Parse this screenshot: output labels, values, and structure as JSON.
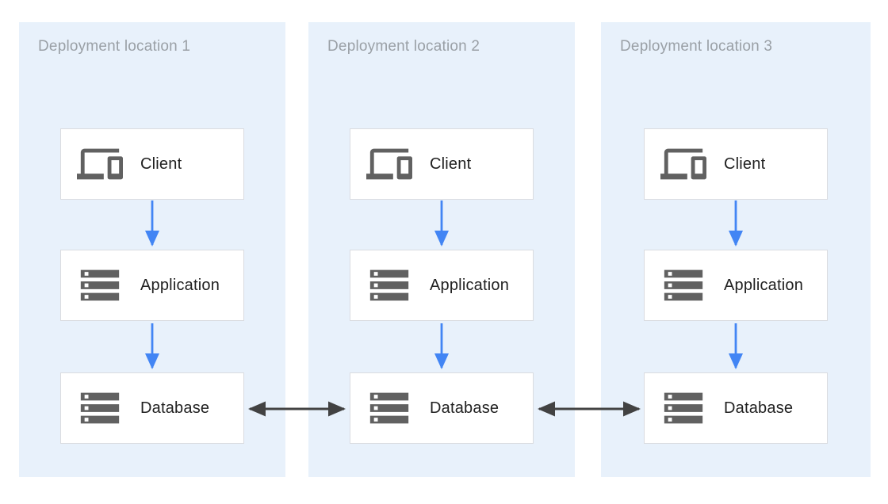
{
  "diagram": {
    "panels": [
      {
        "title": "Deployment location 1",
        "nodes": [
          {
            "label": "Client",
            "icon": "devices-icon"
          },
          {
            "label": "Application",
            "icon": "server-stack-icon"
          },
          {
            "label": "Database",
            "icon": "server-stack-icon"
          }
        ]
      },
      {
        "title": "Deployment location 2",
        "nodes": [
          {
            "label": "Client",
            "icon": "devices-icon"
          },
          {
            "label": "Application",
            "icon": "server-stack-icon"
          },
          {
            "label": "Database",
            "icon": "server-stack-icon"
          }
        ]
      },
      {
        "title": "Deployment location 3",
        "nodes": [
          {
            "label": "Client",
            "icon": "devices-icon"
          },
          {
            "label": "Application",
            "icon": "server-stack-icon"
          },
          {
            "label": "Database",
            "icon": "server-stack-icon"
          }
        ]
      }
    ],
    "connections": [
      {
        "from": "Client",
        "to": "Application",
        "style": "directed",
        "color": "#4285F4",
        "scope": "within each deployment location"
      },
      {
        "from": "Application",
        "to": "Database",
        "style": "directed",
        "color": "#4285F4",
        "scope": "within each deployment location"
      },
      {
        "from": "Database (location 1)",
        "to": "Database (location 2)",
        "style": "bidirectional",
        "color": "#424242"
      },
      {
        "from": "Database (location 2)",
        "to": "Database (location 3)",
        "style": "bidirectional",
        "color": "#424242"
      }
    ],
    "colors": {
      "page_background": "#FFFFFF",
      "panel_background": "#E8F1FB",
      "panel_title_text": "#9AA0A6",
      "node_background": "#FFFFFF",
      "node_border": "#DADCE0",
      "node_label_text": "#212121",
      "icon": "#616161",
      "flow_arrow": "#4285F4",
      "replication_arrow": "#424242"
    }
  }
}
